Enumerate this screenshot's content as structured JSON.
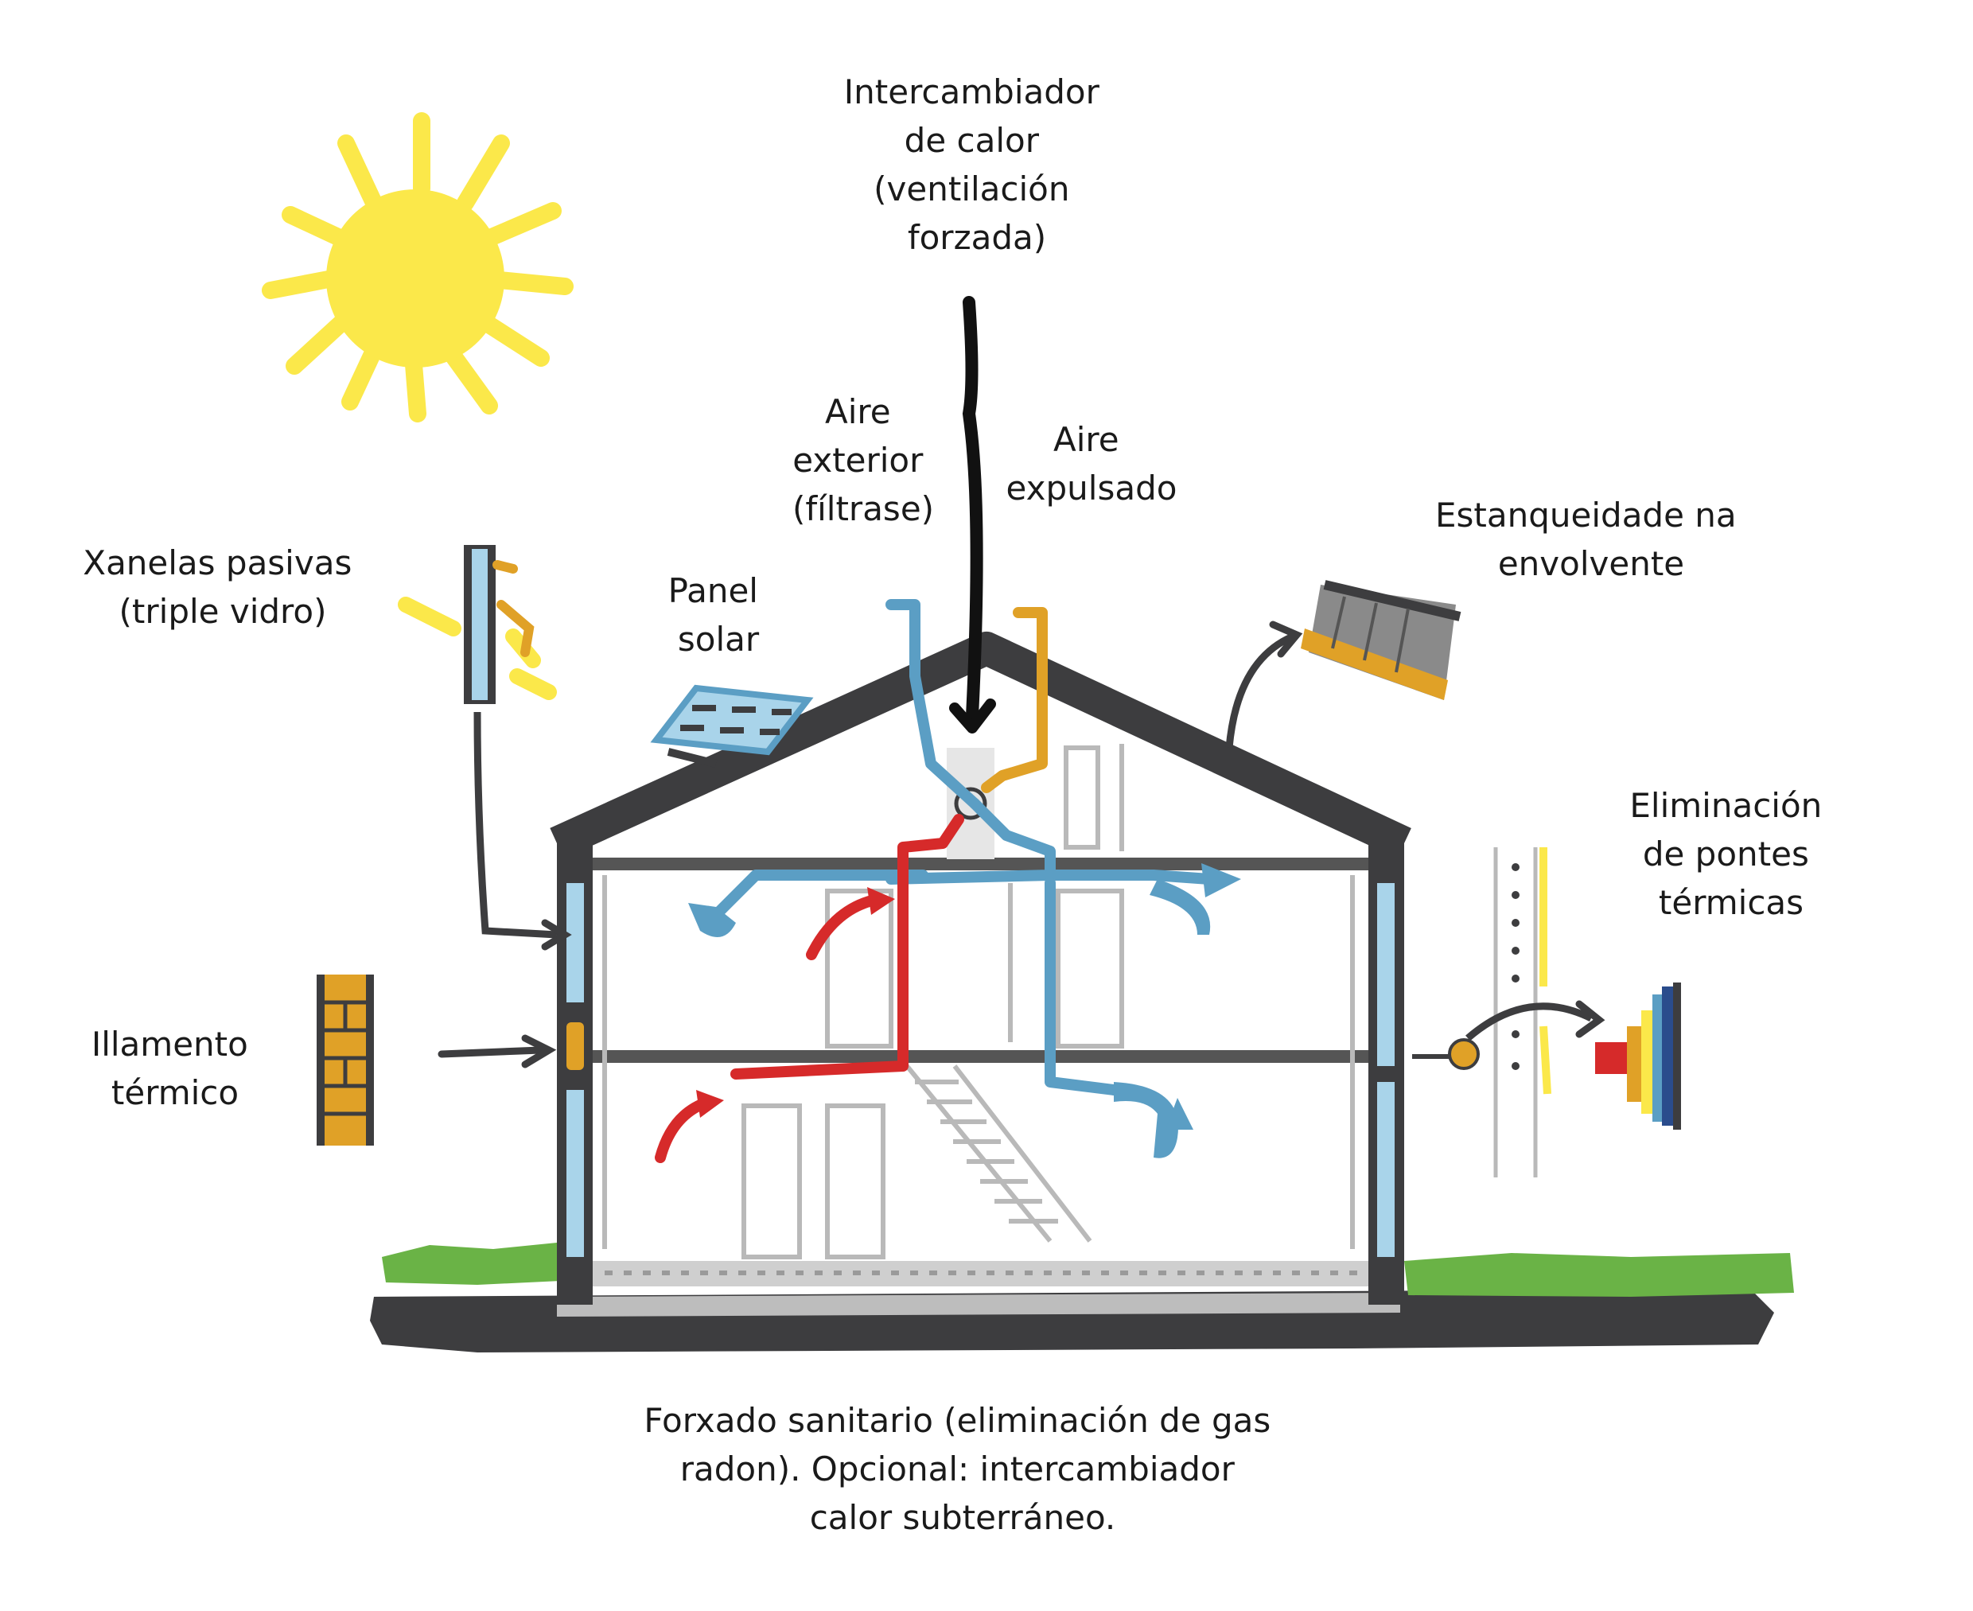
{
  "labels": {
    "heat_exchanger": [
      "Intercambiador",
      "de calor",
      "(ventilación",
      "forzada)"
    ],
    "outside_air": [
      "Aire",
      "exterior",
      "(fíltrase)"
    ],
    "exhaust_air": [
      "Aire",
      "expulsado"
    ],
    "passive_windows": [
      "Xanelas pasivas",
      "(triple vidro)"
    ],
    "solar_panel": [
      "Panel",
      "solar"
    ],
    "airtightness": [
      "Estanqueidade na",
      "envolvente"
    ],
    "thermal_bridges": [
      "Eliminación",
      "de pontes",
      "térmicas"
    ],
    "insulation": [
      "Illamento",
      "térmico"
    ],
    "sanitary_slab": [
      "Forxado sanitario (eliminación de gas",
      "radon). Opcional: intercambiador",
      "calor subterráneo."
    ]
  },
  "colors": {
    "sun": "#fbe84a",
    "structure": "#3d3d3f",
    "fresh_air": "#5b9ec4",
    "exhaust_air": "#e0a127",
    "warm_air": "#d62a2a",
    "grass": "#6ab346",
    "window_glass": "#a9d4ea",
    "interior_lines": "#b9b9b9"
  }
}
